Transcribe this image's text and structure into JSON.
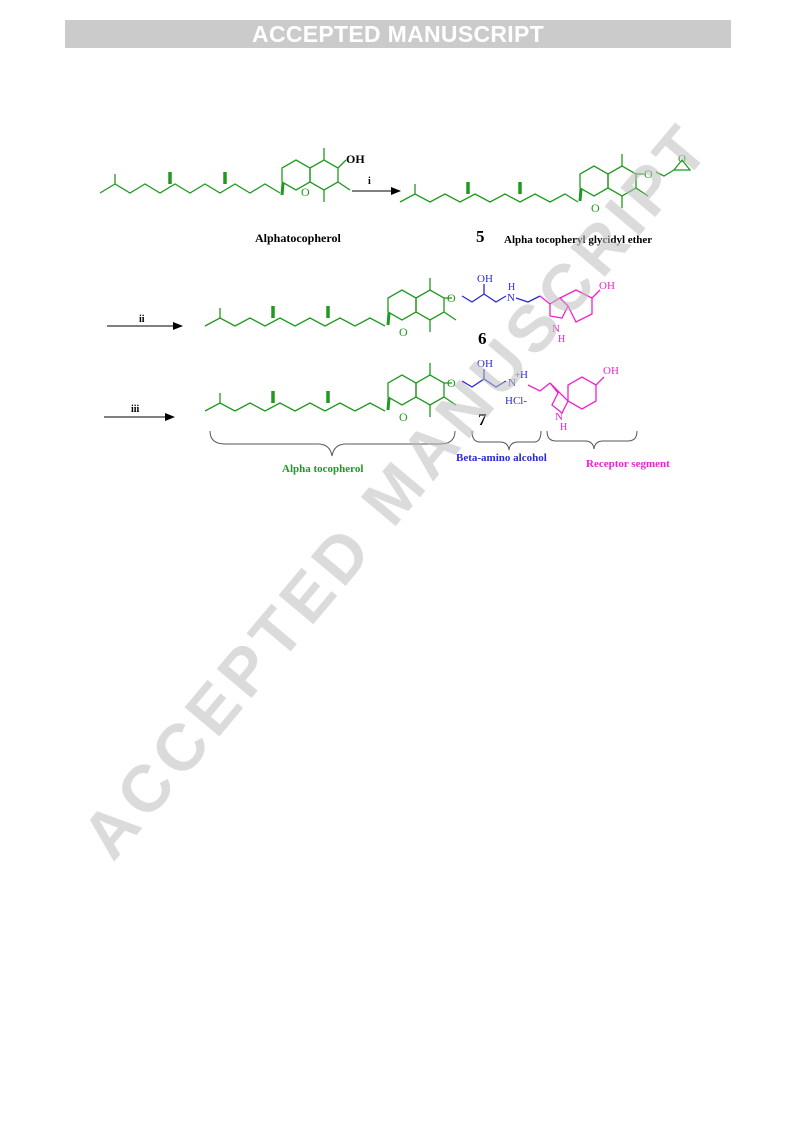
{
  "header": {
    "banner_text": "ACCEPTED MANUSCRIPT"
  },
  "watermark": {
    "text": "ACCEPTED MANUSCRIPT"
  },
  "scheme": {
    "compounds": {
      "alphatocopherol": {
        "name": "Alphatocopherol",
        "oh": "OH",
        "ring_o": "O"
      },
      "c5": {
        "number": "5",
        "name": "Alpha tocopheryl glycidyl ether",
        "ether_o": "O",
        "epoxide_o": "O",
        "ring_o": "O"
      },
      "c6": {
        "number": "6",
        "ether_o": "O",
        "oh": "OH",
        "nh": "N",
        "nh_h": "H",
        "phenol_oh": "OH",
        "indole_n": "N",
        "indole_h": "H",
        "ring_o": "O"
      },
      "c7": {
        "number": "7",
        "ether_o": "O",
        "oh": "OH",
        "n_plus": "N",
        "charge": "+",
        "h_top": "H",
        "hcl": "HCl-",
        "phenol_oh": "OH",
        "indole_n": "N",
        "indole_h": "H",
        "ring_o": "O"
      }
    },
    "steps": {
      "i": "i",
      "ii": "ii",
      "iii": "iii"
    },
    "segments": {
      "tocopherol": "Alpha tocopherol",
      "amino_alcohol": "Beta-amino alcohol",
      "receptor": "Receptor segment"
    },
    "colors": {
      "green": "#1f9a1f",
      "blue": "#2a2ad6",
      "magenta": "#ee22cc",
      "black": "#000000"
    }
  }
}
